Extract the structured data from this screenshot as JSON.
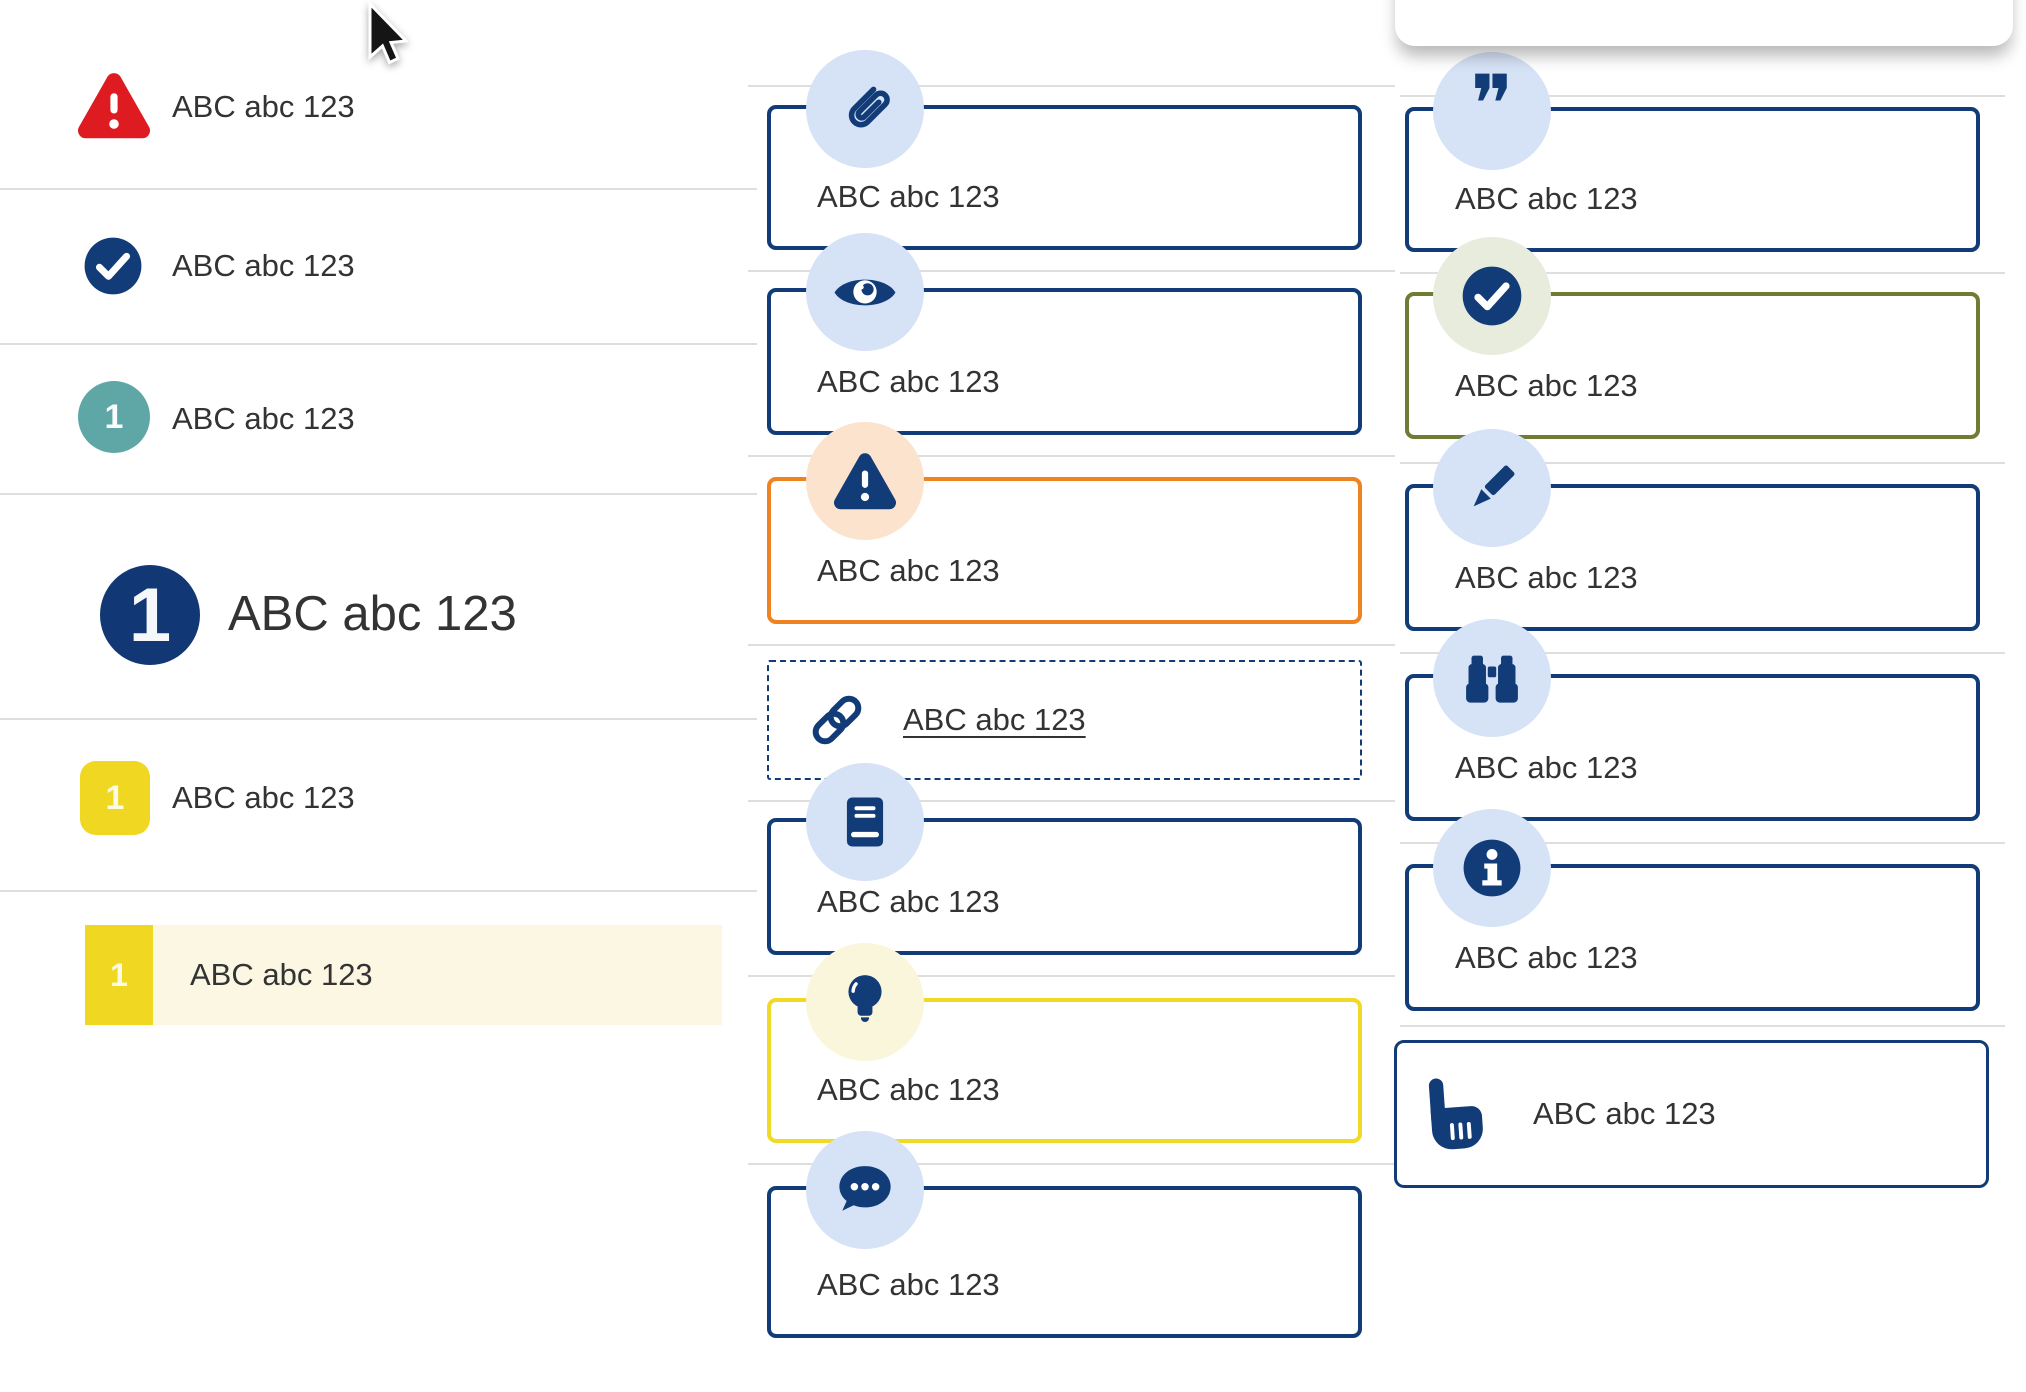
{
  "colors": {
    "navy": "#123c78",
    "red": "#df1b22",
    "teal": "#5fa7a7",
    "gold": "#f0d722",
    "highlight_cream": "#fbf7e2",
    "icon_circle_blue": "#d6e2f6",
    "peach": "#fbe3cd",
    "pale_yellow": "#faf6db",
    "sage": "#e7ecdd",
    "orange_border": "#ef8322",
    "yellow_border": "#f1da25",
    "olive_border": "#6f7c33",
    "divider_gray": "#dedede",
    "text": "#333333"
  },
  "left_list": {
    "items": [
      {
        "name": "warning",
        "icon": "warning-triangle-icon",
        "label": "ABC abc 123"
      },
      {
        "name": "success",
        "icon": "check-circle-icon",
        "label": "ABC abc 123"
      },
      {
        "name": "step-teal",
        "badge": "1",
        "label": "ABC abc 123"
      },
      {
        "name": "step-large",
        "badge": "1",
        "label": "ABC abc 123"
      },
      {
        "name": "step-gold",
        "badge": "1",
        "label": "ABC abc 123"
      },
      {
        "name": "step-gold-highlighted",
        "badge": "1",
        "label": "ABC abc 123",
        "highlighted": true
      }
    ]
  },
  "middle_cards": [
    {
      "icon": "paperclip-icon",
      "label": "ABC abc 123",
      "border": "navy"
    },
    {
      "icon": "eye-icon",
      "label": "ABC abc 123",
      "border": "navy"
    },
    {
      "icon": "warning-triangle-icon",
      "label": "ABC abc 123",
      "border": "orange"
    },
    {
      "icon": "link-icon",
      "label": "ABC abc 123",
      "border": "dashed-navy",
      "link": true
    },
    {
      "icon": "book-icon",
      "label": "ABC abc 123",
      "border": "navy"
    },
    {
      "icon": "lightbulb-icon",
      "label": "ABC abc 123",
      "border": "yellow"
    },
    {
      "icon": "chat-dots-icon",
      "label": "ABC abc 123",
      "border": "navy"
    }
  ],
  "right_cards": [
    {
      "icon": "quote-icon",
      "label": "ABC abc 123",
      "border": "navy"
    },
    {
      "icon": "check-circle-icon",
      "label": "ABC abc 123",
      "border": "olive"
    },
    {
      "icon": "pencil-icon",
      "label": "ABC abc 123",
      "border": "navy"
    },
    {
      "icon": "binoculars-icon",
      "label": "ABC abc 123",
      "border": "navy"
    },
    {
      "icon": "info-icon",
      "label": "ABC abc 123",
      "border": "navy"
    },
    {
      "icon": "hand-pointer-icon",
      "label": "ABC abc 123",
      "border": "navy",
      "inline_icon": true
    }
  ]
}
